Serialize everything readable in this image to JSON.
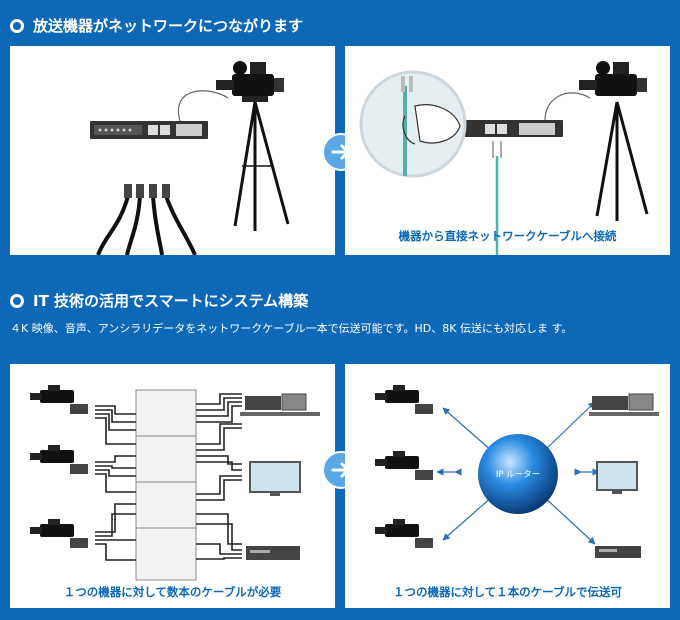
{
  "section1": {
    "title": "放送機器がネットワークにつながります",
    "caption": "機器から直接ネットワークケーブルへ接続"
  },
  "section2": {
    "title": "IT 技術の活用でスマートにシステム構築",
    "description": "４K 映像、音声、アンシラリデータをネットワークケーブル一本で伝送可能です。HD、8K 伝送にも対応しま す。",
    "left_caption": "１つの機器に対して数本のケーブルが必要",
    "right_caption": "１つの機器に対して１本のケーブルで伝送可",
    "router_label": "IP ルーター"
  },
  "icons": {
    "arrow": "arrow-right-icon",
    "bullet": "ring-bullet-icon"
  },
  "colors": {
    "background": "#0d68b8",
    "caption": "#0d68b8",
    "arrow_circle": "#5aa8e3",
    "router": "#1a78c8",
    "fiber": "#4fb3a8"
  }
}
